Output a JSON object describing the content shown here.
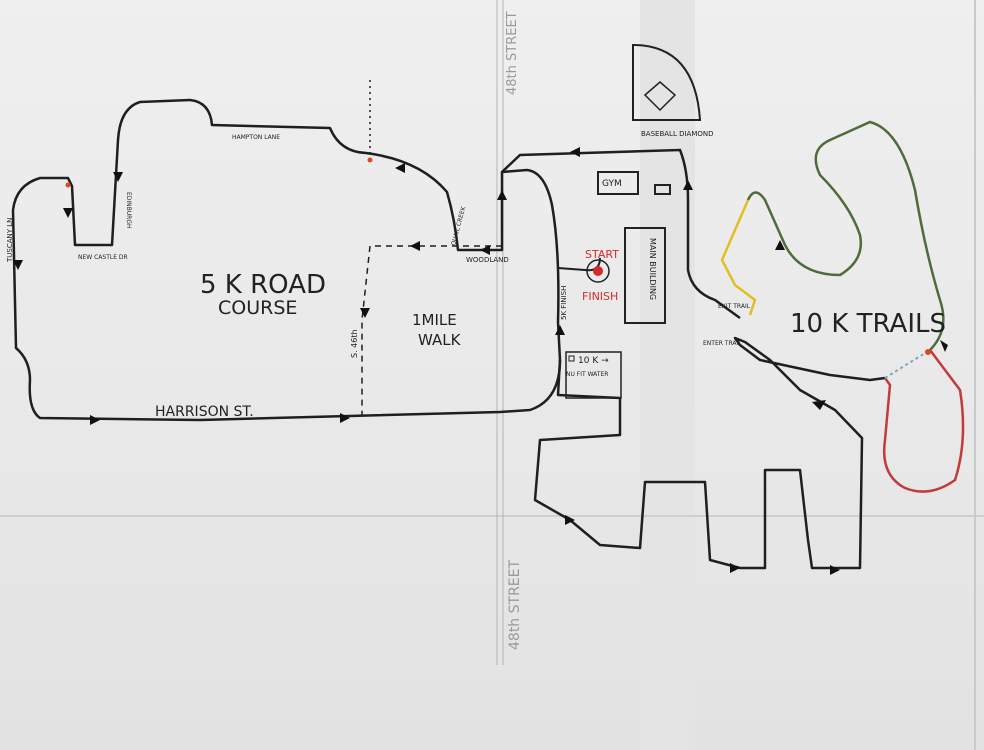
{
  "map": {
    "title_lines": [
      "5 K ROAD",
      "COURSE"
    ],
    "walk_lines": [
      "1MILE",
      "WALK"
    ],
    "trails_title": "10 K TRAILS",
    "start_label": "START",
    "finish_label": "FINISH",
    "main_building": "MAIN BUILDING",
    "gym": "GYM",
    "baseball": "BASEBALL DIAMOND",
    "streets": {
      "harrison": "HARRISON ST.",
      "hampton": "HAMPTON LANE",
      "tuscany": "TUSCANY LN",
      "edinburgh": "EDINBURGH",
      "new_castle": "NEW CASTLE DR",
      "quail_creek": "QUAIL CREEK",
      "woodland": "WOODLAND",
      "s46th": "S. 46th",
      "street48_top": "48th STREET",
      "street48_bottom": "48th STREET",
      "finish_5k": "5K FINISH"
    },
    "markers": {
      "tenk": "10 K →",
      "nu_fit": "NU FIT WATER",
      "exit_trail": "EXIT TRAIL",
      "enter_trail": "ENTER TRAIL"
    },
    "colors": {
      "route": "#1f1f1f",
      "start_dot": "#d32a2a",
      "trail_yellow": "#e0c020",
      "trail_green": "#4f6b3a",
      "trail_red": "#c23a3a",
      "trail_blue": "#7fa3c4"
    }
  }
}
